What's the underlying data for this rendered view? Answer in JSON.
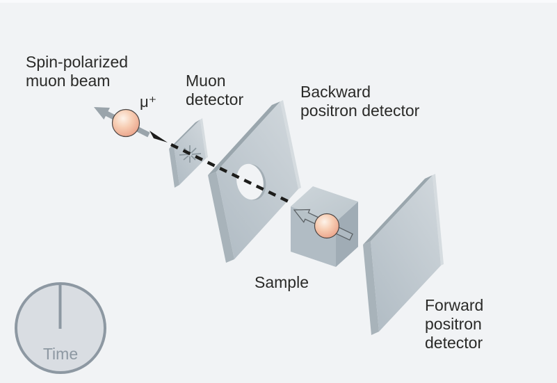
{
  "labels": {
    "spin_polarized_beam": [
      "Spin-polarized",
      "muon beam"
    ],
    "muon_symbol": "μ⁺",
    "muon_detector": [
      "Muon",
      "detector"
    ],
    "backward_detector": [
      "Backward",
      "positron detector"
    ],
    "sample": "Sample",
    "forward_detector": [
      "Forward",
      "positron",
      "detector"
    ],
    "clock": "Time"
  },
  "icons": {
    "muon_sphere": "pink-sphere-with-gray-spin-arrow",
    "beam_path": "black-dashed-arrow",
    "scintillation": "star-burst-on-muon-detector",
    "sample_sphere": "pink-sphere-with-outlined-spin-arrow",
    "clock": "clock-face-with-hand-at-twelve"
  },
  "colors": {
    "background": "#f1f3f5",
    "top_strip": "#f9fafc",
    "text": "#2a2a28",
    "panel_face_light": "#cfd6db",
    "panel_face": "#b2bdc5",
    "panel_side": "#9aa6ad",
    "panel_side2": "#a8b3ba",
    "panel_edge_light": "#d6dce0",
    "hole_rim": "#a3aeb5",
    "cube_top_light": "#cdd5da",
    "cube_top": "#bcc6cc",
    "cube_left": "#b1bcc4",
    "cube_right": "#a0acb5",
    "sphere_light": "#fdf3ea",
    "sphere_mid": "#f7cdb3",
    "sphere_dark": "#e99e85",
    "sphere_outline": "#4a4543",
    "spin_arrow": "#9aa4ab",
    "sample_arrow_outline": "#5b6165",
    "beam": "#1d1d1b",
    "star": "#8a969d",
    "clock_fill": "#d9dde2",
    "clock_stroke": "#8d98a2"
  }
}
